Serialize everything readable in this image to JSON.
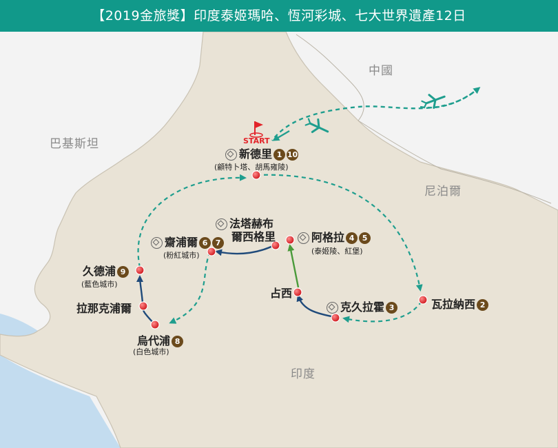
{
  "title": "【2019金旅獎】印度泰姬瑪哈、恆河彩城、七大世界遺產12日",
  "countries": {
    "china": "中國",
    "pakistan": "巴基斯坦",
    "nepal": "尼泊爾",
    "india": "印度"
  },
  "start_label": "START",
  "stops": {
    "delhi": {
      "name": "新德里",
      "note": "(顧特卜塔、胡馬雍陵)",
      "days": [
        "1",
        "10"
      ]
    },
    "varanasi": {
      "name": "瓦拉納西",
      "days": [
        "2"
      ]
    },
    "khajuraho": {
      "name": "克久拉霍",
      "days": [
        "3"
      ]
    },
    "jhansi": {
      "name": "占西"
    },
    "agra": {
      "name": "阿格拉",
      "note": "(泰姬陵、紅堡)",
      "days": [
        "4",
        "5"
      ]
    },
    "fatehpur": {
      "name_line1": "法塔赫布",
      "name_line2": "爾西格里"
    },
    "jaipur": {
      "name": "齋浦爾",
      "note": "(粉紅城市)",
      "days": [
        "6",
        "7"
      ]
    },
    "udaipur": {
      "name": "烏代浦",
      "note": "(白色城市)",
      "days": [
        "8"
      ]
    },
    "ranakpur": {
      "name": "拉那克浦爾"
    },
    "jodhpur": {
      "name": "久德浦",
      "note": "(藍色城市)",
      "days": [
        "9"
      ]
    }
  },
  "colors": {
    "title_bg": "#11998a",
    "flight_route": "#1f9e8e",
    "road_route": "#1f4a7a",
    "rail_route": "#4a9a3a",
    "stop_marker": "#e2242a",
    "day_badge": "#6b4a1c",
    "land": "#e9e3d6",
    "neighbor_land": "#f3f3f3",
    "water": "#c3dcef"
  }
}
